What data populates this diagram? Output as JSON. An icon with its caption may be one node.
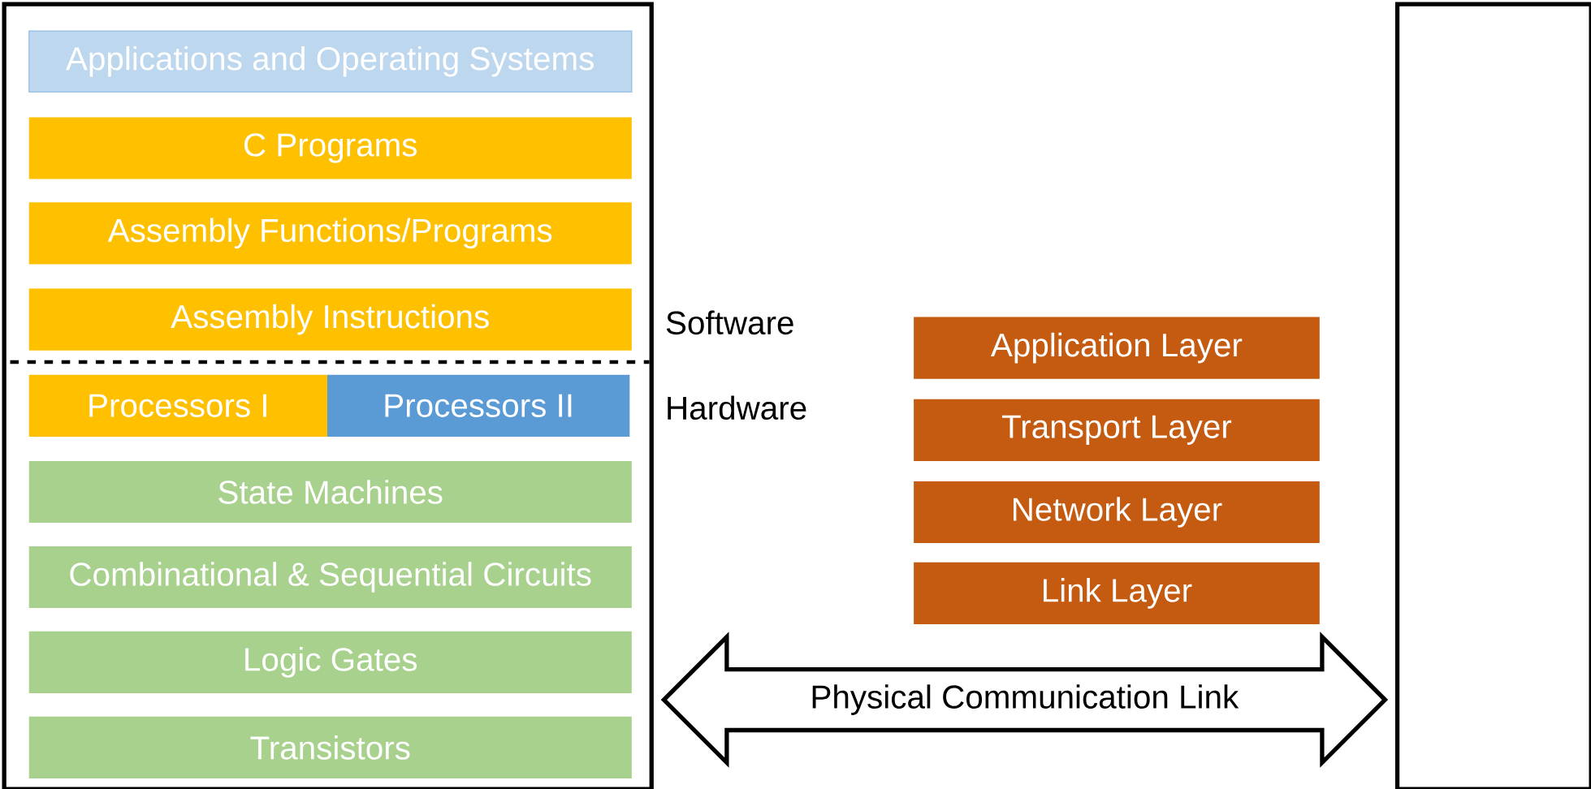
{
  "diagram": {
    "nodes": [
      {
        "text": [],
        "shape": "box"
      },
      {
        "text": [
          "Applications and Operating Systems"
        ],
        "in": 0
      },
      {
        "text": [
          "C Programs"
        ],
        "in": 0
      },
      {
        "text": [
          "Assembly Functions/Programs"
        ],
        "in": 0
      },
      {
        "text": [
          "Assembly Instructions"
        ],
        "in": 0
      },
      {
        "text": [
          "Processors I"
        ],
        "in": 0
      },
      {
        "text": [
          "Processors II"
        ],
        "in": 0
      },
      {
        "text": [
          "State Machines"
        ],
        "in": 0
      },
      {
        "text": [
          "Combinational & Sequential Circuits"
        ],
        "in": 0
      },
      {
        "text": [
          "Logic Gates"
        ],
        "in": 0
      },
      {
        "text": [
          "Transistors"
        ],
        "in": 0
      },
      {
        "text": [
          "Application Layer"
        ]
      },
      {
        "text": [
          "Transport Layer"
        ]
      },
      {
        "text": [
          "Network Layer"
        ]
      },
      {
        "text": [
          "Link Layer"
        ]
      },
      {
        "text": [],
        "shape": "box"
      }
    ],
    "edges": [
      {
        "from": 0,
        "to": 15,
        "arrow": "both",
        "label": "Physical Communication Link"
      }
    ],
    "labels": [
      "Software",
      "Hardware"
    ]
  }
}
